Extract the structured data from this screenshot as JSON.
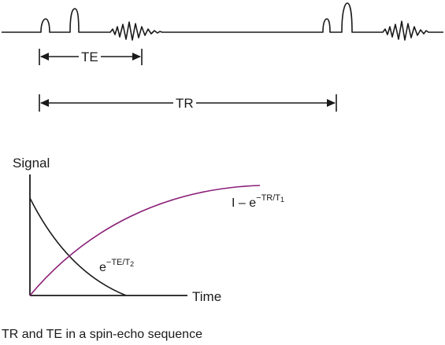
{
  "intervals": {
    "te": "TE",
    "tr": "TR"
  },
  "graph": {
    "y_label": "Signal",
    "x_label": "Time",
    "t1_curve": {
      "prefix": "I – e",
      "exp_main": "−TR/T",
      "exp_sub": "1",
      "color": "#8b1e78"
    },
    "t2_curve": {
      "prefix": "e",
      "exp_main": "−TE/T",
      "exp_sub": "2",
      "color": "#1a1a1a"
    }
  },
  "caption": "TR and TE in a spin-echo sequence"
}
